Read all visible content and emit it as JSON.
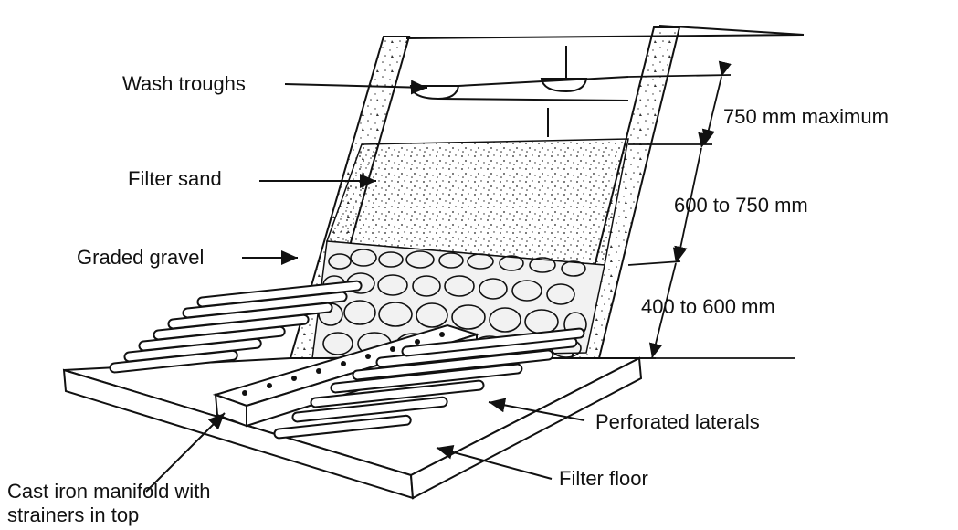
{
  "labels": {
    "wash_troughs": "Wash troughs",
    "filter_sand": "Filter sand",
    "graded_gravel": "Graded gravel",
    "dim_troughs": "750 mm maximum",
    "dim_sand": "600 to 750 mm",
    "dim_gravel": "400 to 600 mm",
    "perforated_laterals": "Perforated laterals",
    "filter_floor": "Filter floor",
    "manifold_line1": "Cast iron manifold with",
    "manifold_line2": "strainers in top"
  },
  "colors": {
    "ink": "#111111",
    "paper": "#ffffff"
  }
}
